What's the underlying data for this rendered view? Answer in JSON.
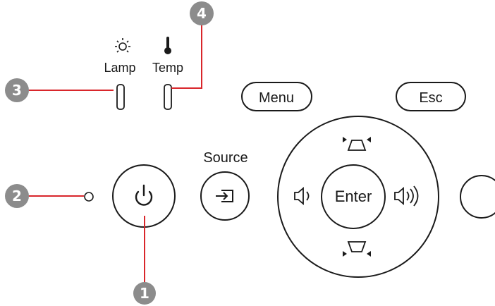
{
  "indicators": {
    "lamp_label": "Lamp",
    "temp_label": "Temp",
    "lamp_icon": "sun-icon",
    "temp_icon": "thermometer-icon"
  },
  "buttons": {
    "menu_label": "Menu",
    "esc_label": "Esc",
    "source_label": "Source",
    "enter_label": "Enter",
    "power_icon": "power-icon",
    "source_icon": "input-arrow-icon",
    "volume_down_icon": "speaker-low-icon",
    "volume_up_icon": "speaker-high-icon",
    "keystone_up_icon": "keystone-up-icon",
    "keystone_down_icon": "keystone-down-icon"
  },
  "callouts": [
    "1",
    "2",
    "3",
    "4"
  ],
  "colors": {
    "callout_line": "#d9262b",
    "callout_badge": "#8c8c8c",
    "outline": "#1a1a1a"
  }
}
